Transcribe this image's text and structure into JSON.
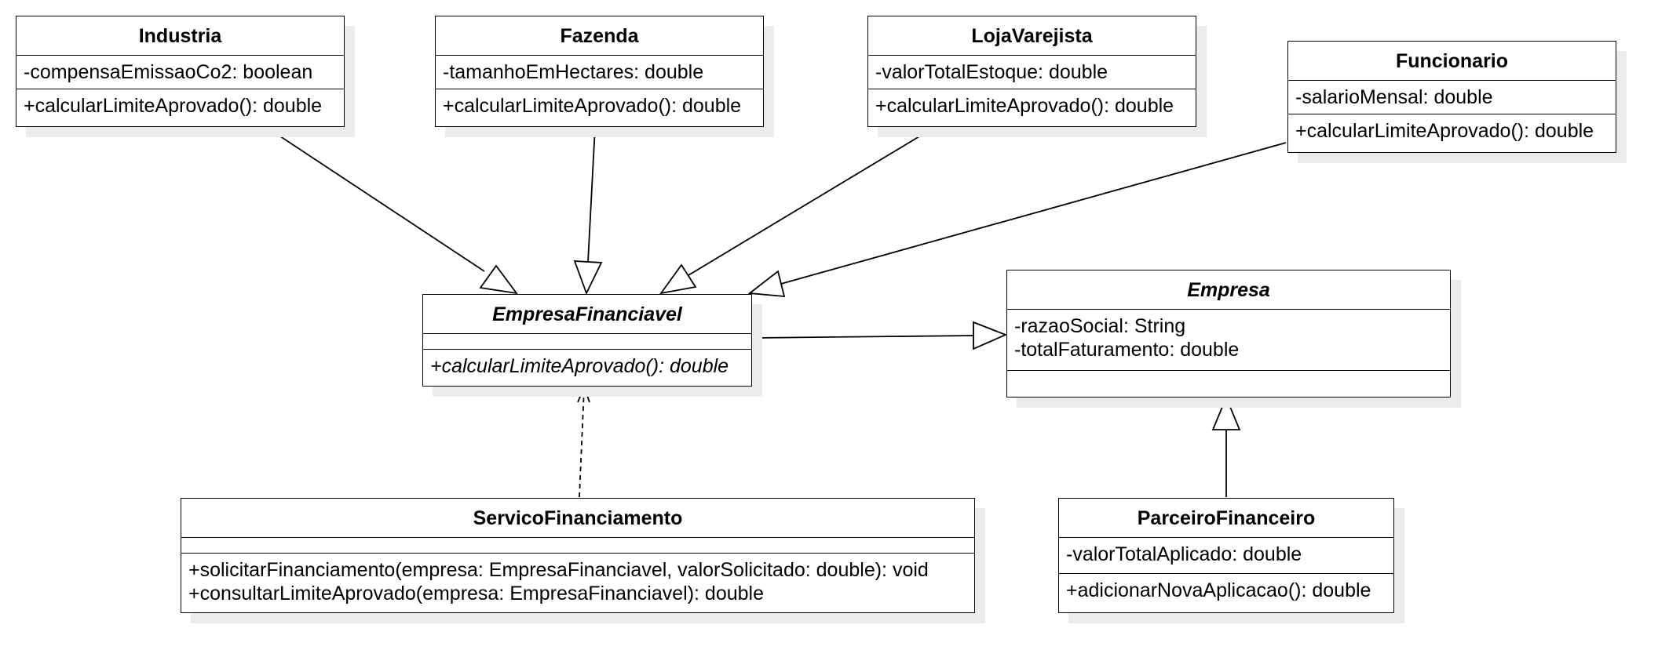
{
  "classes": {
    "industria": {
      "name": "Industria",
      "attributes": [
        "-compensaEmissaoCo2: boolean"
      ],
      "operations": [
        "+calcularLimiteAprovado(): double"
      ]
    },
    "fazenda": {
      "name": "Fazenda",
      "attributes": [
        "-tamanhoEmHectares: double"
      ],
      "operations": [
        "+calcularLimiteAprovado(): double"
      ]
    },
    "loja": {
      "name": "LojaVarejista",
      "attributes": [
        "-valorTotalEstoque: double"
      ],
      "operations": [
        "+calcularLimiteAprovado(): double"
      ]
    },
    "funcionario": {
      "name": "Funcionario",
      "attributes": [
        "-salarioMensal: double"
      ],
      "operations": [
        "+calcularLimiteAprovado(): double"
      ]
    },
    "empresaFinanciavel": {
      "name": "EmpresaFinanciavel",
      "attributes": [],
      "operations": [
        "+calcularLimiteAprovado(): double"
      ]
    },
    "empresa": {
      "name": "Empresa",
      "attributes": [
        "-razaoSocial: String",
        "-totalFaturamento: double"
      ],
      "operations": []
    },
    "servico": {
      "name": "ServicoFinanciamento",
      "attributes": [],
      "operations": [
        "+solicitarFinanciamento(empresa: EmpresaFinanciavel, valorSolicitado: double): void",
        "+consultarLimiteAprovado(empresa: EmpresaFinanciavel): double"
      ]
    },
    "parceiro": {
      "name": "ParceiroFinanceiro",
      "attributes": [
        "-valorTotalAplicado: double"
      ],
      "operations": [
        "+adicionarNovaAplicacao(): double"
      ]
    }
  }
}
